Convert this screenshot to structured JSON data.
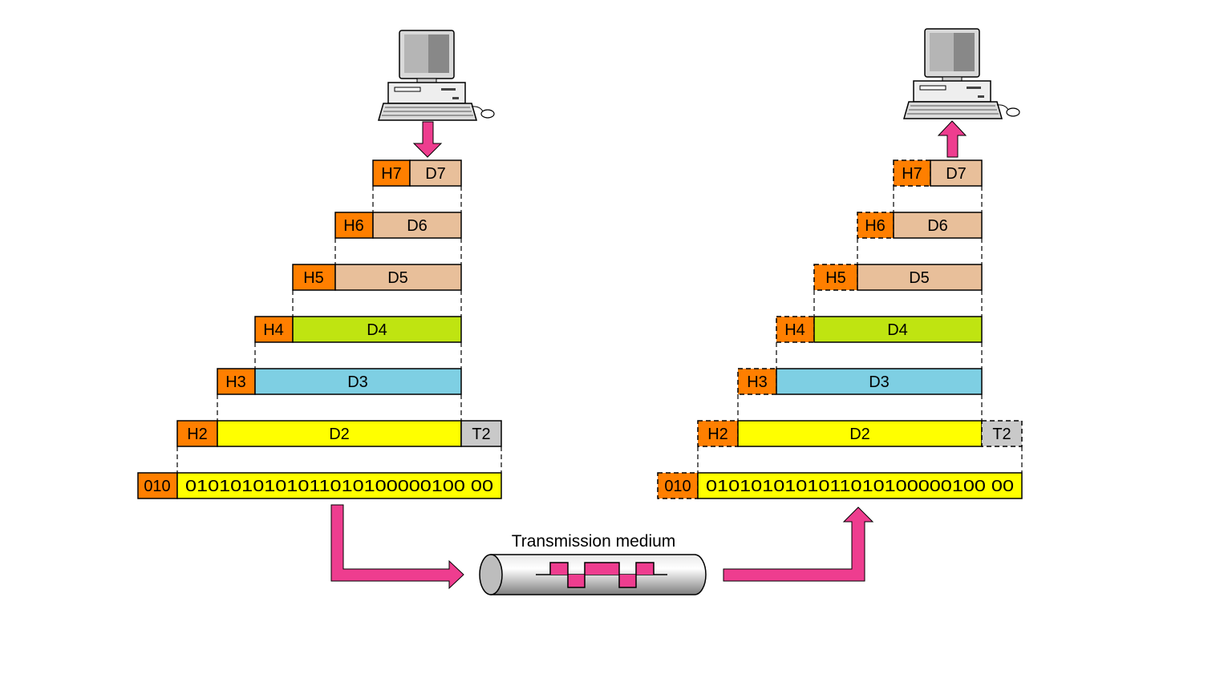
{
  "colors": {
    "header": "#ff7f00",
    "data_light": "#e8bf9a",
    "d4": "#bfe411",
    "d3": "#7ecfe3",
    "d2": "#ffff00",
    "trailer": "#c9c9c9",
    "arrow": "#ee3d8f",
    "outline": "#000000"
  },
  "icons": {
    "sender": "desktop-computer-icon",
    "receiver": "desktop-computer-icon",
    "medium": "cable-cylinder-icon"
  },
  "medium": {
    "label": "Transmission medium"
  },
  "sender": {
    "layers": [
      {
        "header": "H7",
        "data": "D7"
      },
      {
        "header": "H6",
        "data": "D6"
      },
      {
        "header": "H5",
        "data": "D5"
      },
      {
        "header": "H4",
        "data": "D4"
      },
      {
        "header": "H3",
        "data": "D3"
      },
      {
        "header": "H2",
        "data": "D2",
        "trailer": "T2"
      }
    ],
    "bits": {
      "prefix": "010",
      "stream": "0101010101011010100000100 00"
    }
  },
  "receiver": {
    "layers": [
      {
        "header": "H7",
        "data": "D7"
      },
      {
        "header": "H6",
        "data": "D6"
      },
      {
        "header": "H5",
        "data": "D5"
      },
      {
        "header": "H4",
        "data": "D4"
      },
      {
        "header": "H3",
        "data": "D3"
      },
      {
        "header": "H2",
        "data": "D2",
        "trailer": "T2"
      }
    ],
    "bits": {
      "prefix": "010",
      "stream": "0101010101011010100000100 00"
    }
  }
}
